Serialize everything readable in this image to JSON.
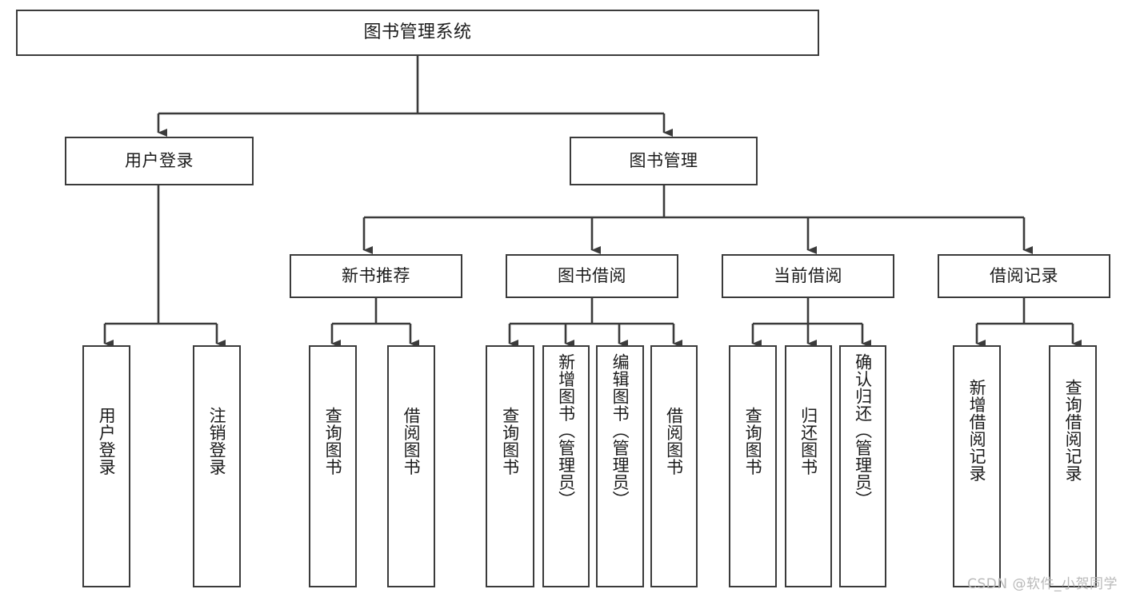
{
  "diagram": {
    "title_box": {
      "label": "图书管理系统"
    },
    "level2": [
      {
        "id": "user-login",
        "label": "用户登录"
      },
      {
        "id": "book-management",
        "label": "图书管理"
      }
    ],
    "level3": [
      {
        "id": "new-book-recommend",
        "label": "新书推荐"
      },
      {
        "id": "book-borrow",
        "label": "图书借阅"
      },
      {
        "id": "current-borrow",
        "label": "当前借阅"
      },
      {
        "id": "borrow-record",
        "label": "借阅记录"
      }
    ],
    "leaves": {
      "user_login": [
        {
          "id": "leaf-user-login",
          "label": "用户登录"
        },
        {
          "id": "leaf-logout-login",
          "label": "注销登录"
        }
      ],
      "new_book_recommend": [
        {
          "id": "leaf-query-book-1",
          "label": "查询图书"
        },
        {
          "id": "leaf-borrow-book-1",
          "label": "借阅图书"
        }
      ],
      "book_borrow": [
        {
          "id": "leaf-query-book-2",
          "label": "查询图书"
        },
        {
          "id": "leaf-add-book",
          "label": "新增图书（管理员）"
        },
        {
          "id": "leaf-edit-book",
          "label": "编辑图书（管理员）"
        },
        {
          "id": "leaf-borrow-book-2",
          "label": "借阅图书"
        }
      ],
      "current_borrow": [
        {
          "id": "leaf-query-book-3",
          "label": "查询图书"
        },
        {
          "id": "leaf-return-book",
          "label": "归还图书"
        },
        {
          "id": "leaf-confirm-return",
          "label": "确认归还（管理员）"
        }
      ],
      "borrow_record": [
        {
          "id": "leaf-add-borrow-record",
          "label": "新增借阅记录"
        },
        {
          "id": "leaf-query-borrow-record",
          "label": "查询借阅记录"
        }
      ]
    },
    "watermark": "CSDN @软件_小贺同学",
    "colors": {
      "stroke": "#3b3b3b",
      "text": "#1b1b1b",
      "background": "#ffffff",
      "watermark": "#b9b9b9"
    }
  }
}
